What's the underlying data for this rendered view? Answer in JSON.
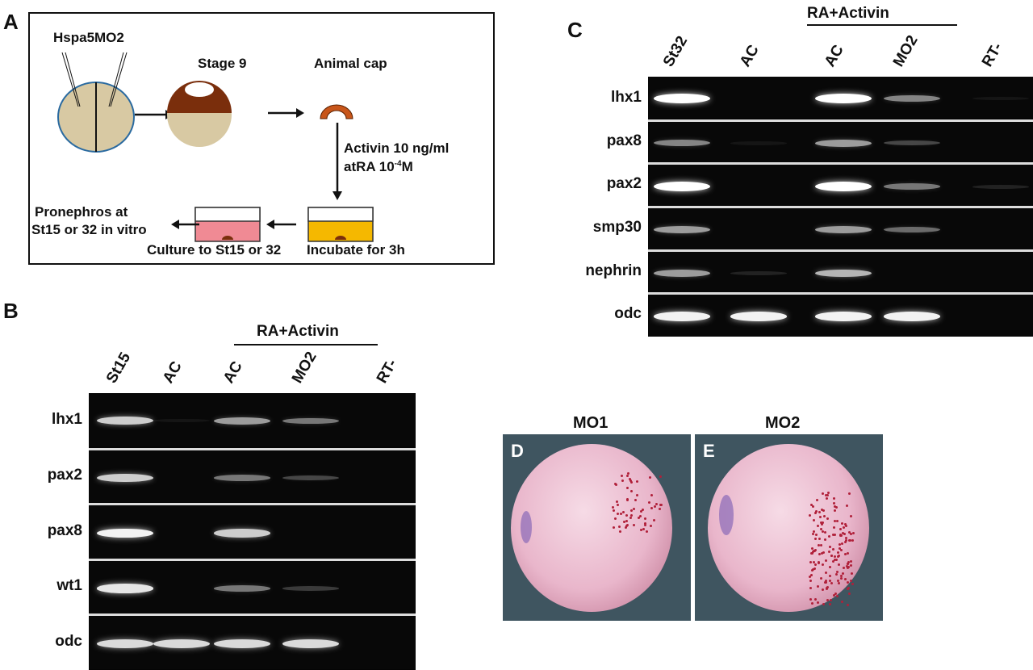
{
  "panels": {
    "A": "A",
    "B": "B",
    "C": "C",
    "D": "D",
    "E": "E"
  },
  "schematic": {
    "injection": "Hspa5MO2",
    "stage": "Stage 9",
    "cap": "Animal cap",
    "treatment1": "Activin 10 ng/ml",
    "treatment2": "atRA 10",
    "treatment2_exp": "-4",
    "treatment2_unit": "M",
    "incubate": "Incubate for 3h",
    "culture": "Culture to St15 or 32",
    "result1": "Pronephros at",
    "result2": "St15 or 32 in vitro"
  },
  "gelB": {
    "group_label": "RA+Activin",
    "lanes": [
      "St15",
      "AC",
      "AC",
      "MO2",
      "RT-"
    ],
    "rows": [
      {
        "gene": "lhx1",
        "bands": [
          0.8,
          0.05,
          0.6,
          0.45,
          0
        ]
      },
      {
        "gene": "pax2",
        "bands": [
          0.8,
          0,
          0.45,
          0.25,
          0
        ]
      },
      {
        "gene": "pax8",
        "bands": [
          0.95,
          0,
          0.8,
          0,
          0
        ]
      },
      {
        "gene": "wt1",
        "bands": [
          0.9,
          0,
          0.45,
          0.2,
          0
        ]
      },
      {
        "gene": "odc",
        "bands": [
          0.85,
          0.85,
          0.85,
          0.85,
          0
        ]
      }
    ]
  },
  "gelC": {
    "group_label": "RA+Activin",
    "lanes": [
      "St32",
      "AC",
      "AC",
      "MO2",
      "RT-"
    ],
    "rows": [
      {
        "gene": "lhx1",
        "bands": [
          1,
          0,
          1,
          0.5,
          0.05
        ]
      },
      {
        "gene": "pax8",
        "bands": [
          0.5,
          0.05,
          0.6,
          0.25,
          0
        ]
      },
      {
        "gene": "pax2",
        "bands": [
          1,
          0,
          1,
          0.45,
          0.1
        ]
      },
      {
        "gene": "smp30",
        "bands": [
          0.6,
          0,
          0.6,
          0.4,
          0
        ]
      },
      {
        "gene": "nephrin",
        "bands": [
          0.6,
          0.1,
          0.7,
          0,
          0
        ]
      },
      {
        "gene": "odc",
        "bands": [
          0.95,
          0.95,
          0.95,
          0.95,
          0
        ]
      }
    ]
  },
  "photos": {
    "D_title": "MO1",
    "E_title": "MO2"
  },
  "colors": {
    "egg": "#d8c9a3",
    "pigment": "#7a2e0c",
    "cap": "#c8561a",
    "pink_medium": "#f08a94",
    "yellow_medium": "#f5b800"
  }
}
